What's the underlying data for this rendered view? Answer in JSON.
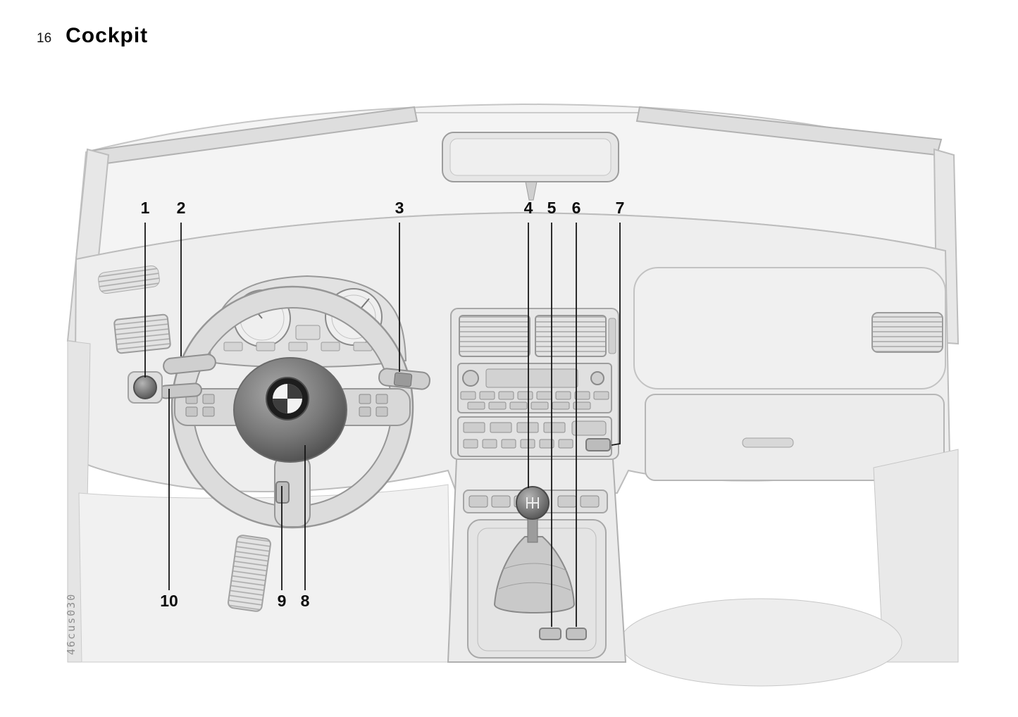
{
  "page": {
    "number": "16",
    "title": "Cockpit",
    "figure_code": "46cus030"
  },
  "callouts": [
    {
      "label": "1"
    },
    {
      "label": "2"
    },
    {
      "label": "3"
    },
    {
      "label": "4"
    },
    {
      "label": "5"
    },
    {
      "label": "6"
    },
    {
      "label": "7"
    },
    {
      "label": "8"
    },
    {
      "label": "9"
    },
    {
      "label": "10"
    }
  ]
}
